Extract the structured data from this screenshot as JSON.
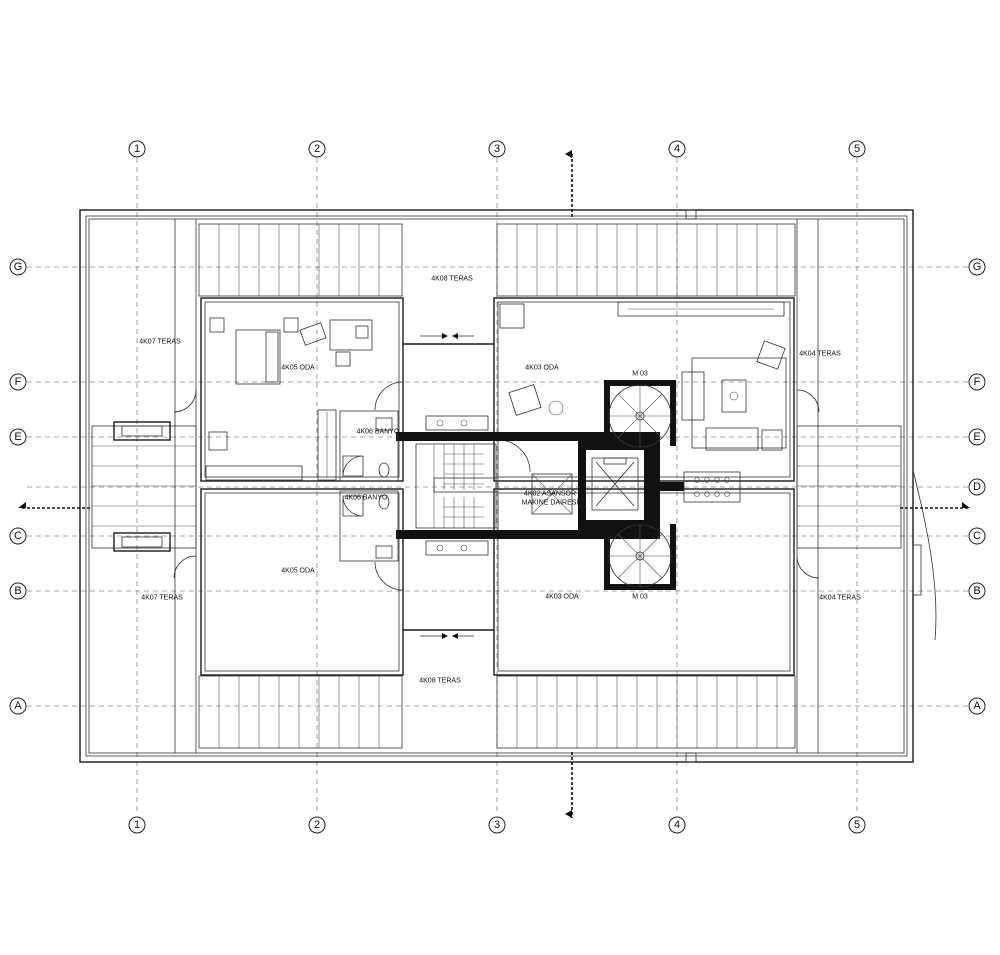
{
  "grid_axes": {
    "columns": [
      "1",
      "2",
      "3",
      "4",
      "5"
    ],
    "rows": [
      "G",
      "F",
      "E",
      "D",
      "C",
      "B",
      "A"
    ]
  },
  "rooms": {
    "terrace_4k07_top": "4K07 TERAS",
    "terrace_4k07_bottom": "4K07 TERAS",
    "terrace_4k08_top": "4K08 TERAS",
    "terrace_4k08_bottom": "4K08 TERAS",
    "terrace_4k04_top": "4K04 TERAS",
    "terrace_4k04_bottom": "4K04 TERAS",
    "room_4k05_top": "4K05 ODA",
    "room_4k05_bottom": "4K05 ODA",
    "room_4k03_top": "4K03 ODA",
    "room_4k03_bottom": "4K03 ODA",
    "bath_4k06_top": "4K06 BANYO",
    "bath_4k06_bottom": "4K06 BANYO",
    "machine_room_line1": "4K02 ASANSÖR",
    "machine_room_line2": "MAKİNE DAİRESİ",
    "stair_m03_top": "M 03",
    "stair_m03_bottom": "M 03"
  },
  "colors": {
    "line": "#1a1a1a",
    "grid_line": "#8a8a8a",
    "poche": "#111111",
    "background": "#ffffff"
  }
}
